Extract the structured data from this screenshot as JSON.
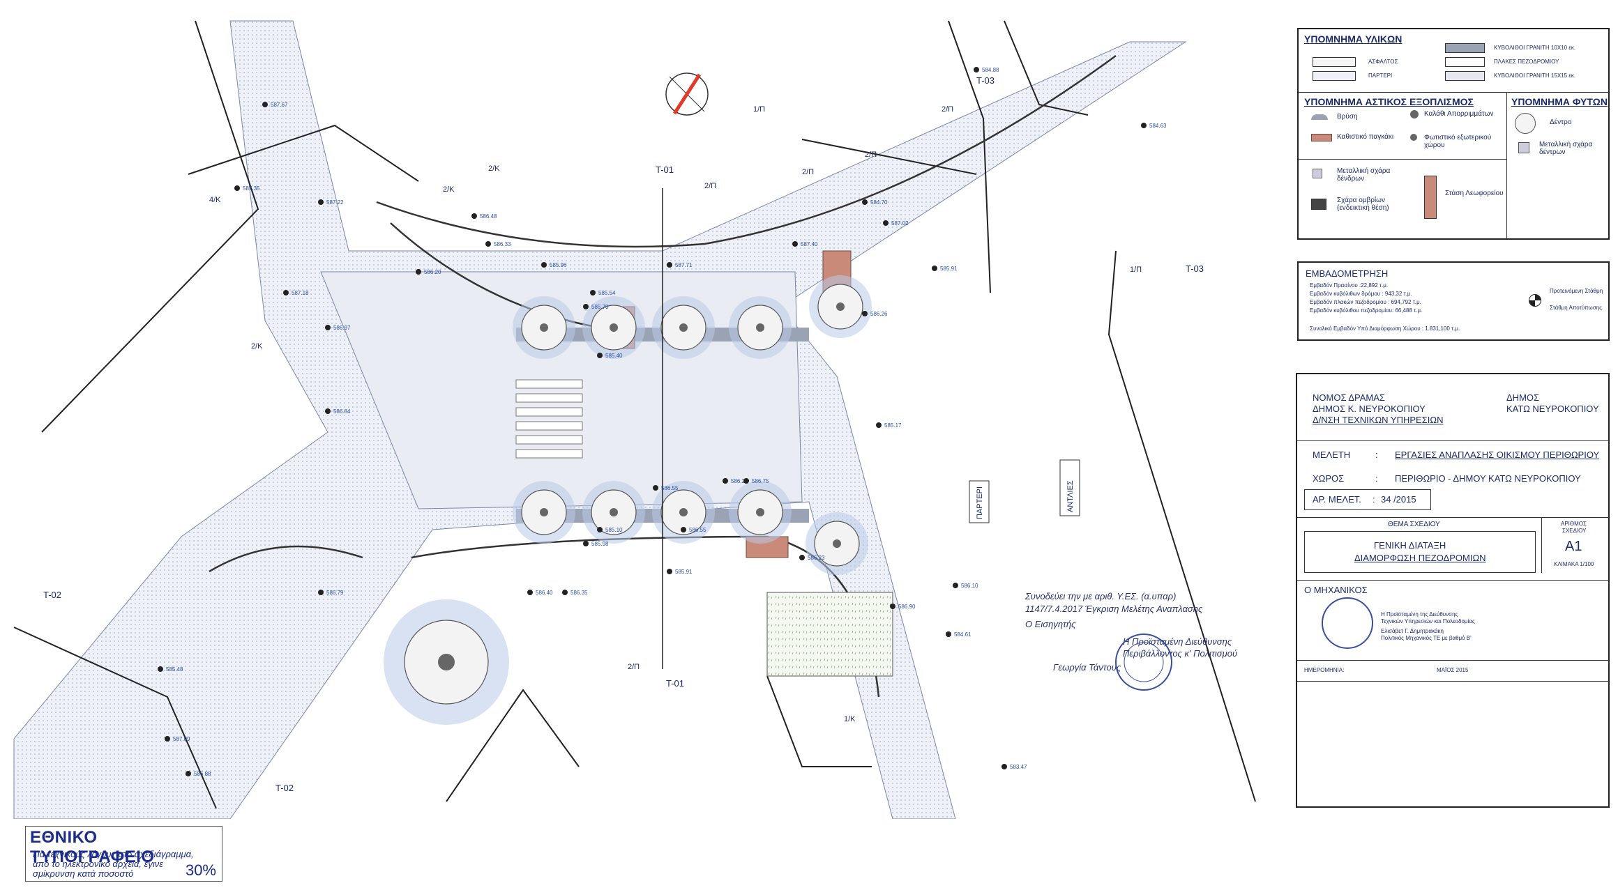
{
  "drawing": {
    "section_labels": [
      "T-01",
      "T-01",
      "T-02",
      "T-02",
      "T-03",
      "T-03"
    ],
    "property_labels": [
      "2/Κ",
      "2/Κ",
      "4/Κ",
      "2/Κ",
      "2/Π",
      "2/Π",
      "2/Π",
      "2/Π",
      "1/Π",
      "2/Π",
      "1/Κ",
      "1/Π"
    ],
    "street_labels": {
      "parteri": "ΠΑΡΤΕΡΙ",
      "antlies": "ΑΝΤΛΙΕΣ"
    },
    "elevations": [
      "587.67",
      "587.35",
      "587.22",
      "587.18",
      "586.97",
      "586.84",
      "586.48",
      "586.33",
      "586.20",
      "585.96",
      "585.70",
      "585.40",
      "585.10",
      "584.88",
      "584.63",
      "584.70",
      "585.91",
      "586.26",
      "586.55",
      "586.22",
      "586.55",
      "586.75",
      "586.23",
      "585.98",
      "585.91",
      "585.54",
      "585.17",
      "584.61",
      "583.47",
      "586.90",
      "586.10",
      "587.02",
      "587.40",
      "587.71",
      "586.40",
      "586.35",
      "586.79",
      "585.48",
      "587.09",
      "586.88"
    ],
    "approval_note": [
      "Συνοδεύει την με αριθ. Υ.ΕΣ. (α.υπαρ)",
      "1147/7.4.2017 Έγκριση Μελέτης Αναπλασης",
      "Ο Εισηγητής",
      "Η Προϊσταμένη Διεύθυνσης",
      "Περιβάλλοντος κ' Πολιτισμού",
      "Γεωργία Τάντους"
    ]
  },
  "legend": {
    "materials_title": "ΥΠΟΜΝΗΜΑ ΥΛΙΚΩΝ",
    "materials": [
      "ΑΣΦΑΛΤΟΣ",
      "ΠΑΡΤΕΡΙ",
      "ΚΥΒΟΛΙΘΟΙ ΓΡΑΝΙΤΗ 10Χ10 εκ.",
      "ΠΛΑΚΕΣ ΠΕΖΟΔΡΟΜΙΟΥ",
      "ΚΥΒΟΛΙΘΟΙ ΓΡΑΝΙΤΗ 15Χ15 εκ."
    ],
    "equipment_title": "ΥΠΟΜΝΗΜΑ ΑΣΤΙΚΟΣ ΕΞΟΠΛΙΣΜΟΣ",
    "equipment": [
      "Βρύση",
      "Καλάθι Απορριμμάτων",
      "Καθιστικό παγκάκι",
      "Φωτιστικό εξωτερικού χώρου",
      "Μεταλλική σχάρα δένδρων",
      "Σχάρα ομβρίων (ενδεικτική θέση)",
      "Στάση Λεωφορείου"
    ],
    "plants_title": "ΥΠΟΜΝΗΜΑ ΦΥΤΩΝ",
    "plants": [
      "Δέντρο",
      "Μεταλλική σχάρα δέντρων"
    ]
  },
  "area": {
    "title": "ΕΜΒΑΔΟΜΕΤΡΗΣΗ",
    "lines": [
      "Εμβαδόν Πρασίνου :22,892 τ.μ.",
      "Εμβαδόν κυβόλιθων δρόμου : 943,32 τ.μ.",
      "Εμβαδόν πλακών πεζοδρομίου : 694,792 τ.μ.",
      "Εμβαδόν κυβόλιθου πεζοδρομίου: 66,488 τ.μ."
    ],
    "total": "Συνολικό Εμβαδόν Υπό Διαμόρφωση Χώρου : 1.831,100 τ.μ.",
    "symbol_labels": [
      "Προτεινόμενη Στάθμη",
      "Στάθμη Αποτύπωσης"
    ]
  },
  "titleblock": {
    "authority_left": [
      "ΝΟΜΟΣ ΔΡΑΜΑΣ",
      "ΔΗΜΟΣ Κ. ΝΕΥΡΟΚΟΠΙΟΥ",
      "Δ/ΝΣΗ ΤΕΧΝΙΚΩΝ ΥΠΗΡΕΣΙΩΝ"
    ],
    "authority_right": [
      "ΔΗΜΟΣ",
      "ΚΑΤΩ ΝΕΥΡΟΚΟΠΙΟΥ"
    ],
    "meleti_label": "ΜΕΛΕΤΗ",
    "meleti_value": "ΕΡΓΑΣΙΕΣ ΑΝΑΠΛΑΣΗΣ ΟΙΚΙΣΜΟΥ ΠΕΡΙΘΩΡΙΟΥ",
    "xoros_label": "ΧΩΡΟΣ",
    "xoros_value": "ΠΕΡΙΘΩΡΙΟ - ΔΗΜΟΥ ΚΑΤΩ ΝΕΥΡΟΚΟΠΙΟΥ",
    "ar_meletis_label": "ΑΡ. ΜΕΛΕΤ.",
    "ar_meletis_value": "34 /2015",
    "thema_label": "ΘΕΜΑ ΣΧΕΔΙΟΥ",
    "thema_value": [
      "ΓΕΝΙΚΗ ΔΙΑΤΑΞΗ",
      "ΔΙΑΜΟΡΦΩΣΗ ΠΕΖΟΔΡΟΜΙΩΝ"
    ],
    "arithmos_label": [
      "ΑΡΙΘΜΟΣ",
      "ΣΧΕΔΙΟΥ"
    ],
    "arithmos_value": "Α1",
    "klimaka": "ΚΛΙΜΑΚΑ 1/100",
    "mixanikos_label": "Ο ΜΗΧΑΝΙΚΟΣ",
    "stamp_lines": [
      "Η Προϊσταμένη της Διεύθυνσης",
      "Τεχνικών Υπηρεσιών και Πολεοδομίας",
      "Ελισάβετ Γ. Δημητρακάκη",
      "Πολιτικός Μηχανικός ΤΕ με βαθμό Β'"
    ],
    "date_label": "ΗΜΕΡΟΜΗΝΙΑ:",
    "date_value": "ΜΑΪΟΣ 2015"
  },
  "banner": {
    "title": "ΕΘΝΙΚΟ ΤΥΠΟΓΡΑΦΕΙΟ",
    "lines": [
      "Για τεχνικούς λόγους στο σχεδιάγραμμα,",
      "από το ηλεκτρονικό αρχεία, έγινε",
      "σμίκρυνση κατά ποσοστό"
    ],
    "percent": "30%"
  },
  "colors": {
    "ink": "#1b2a6b",
    "paving": "#e8ecf3",
    "planter": "#c98a7a",
    "tree_halo": "#b9cbe8",
    "compass_needle": "#e23a2a"
  }
}
